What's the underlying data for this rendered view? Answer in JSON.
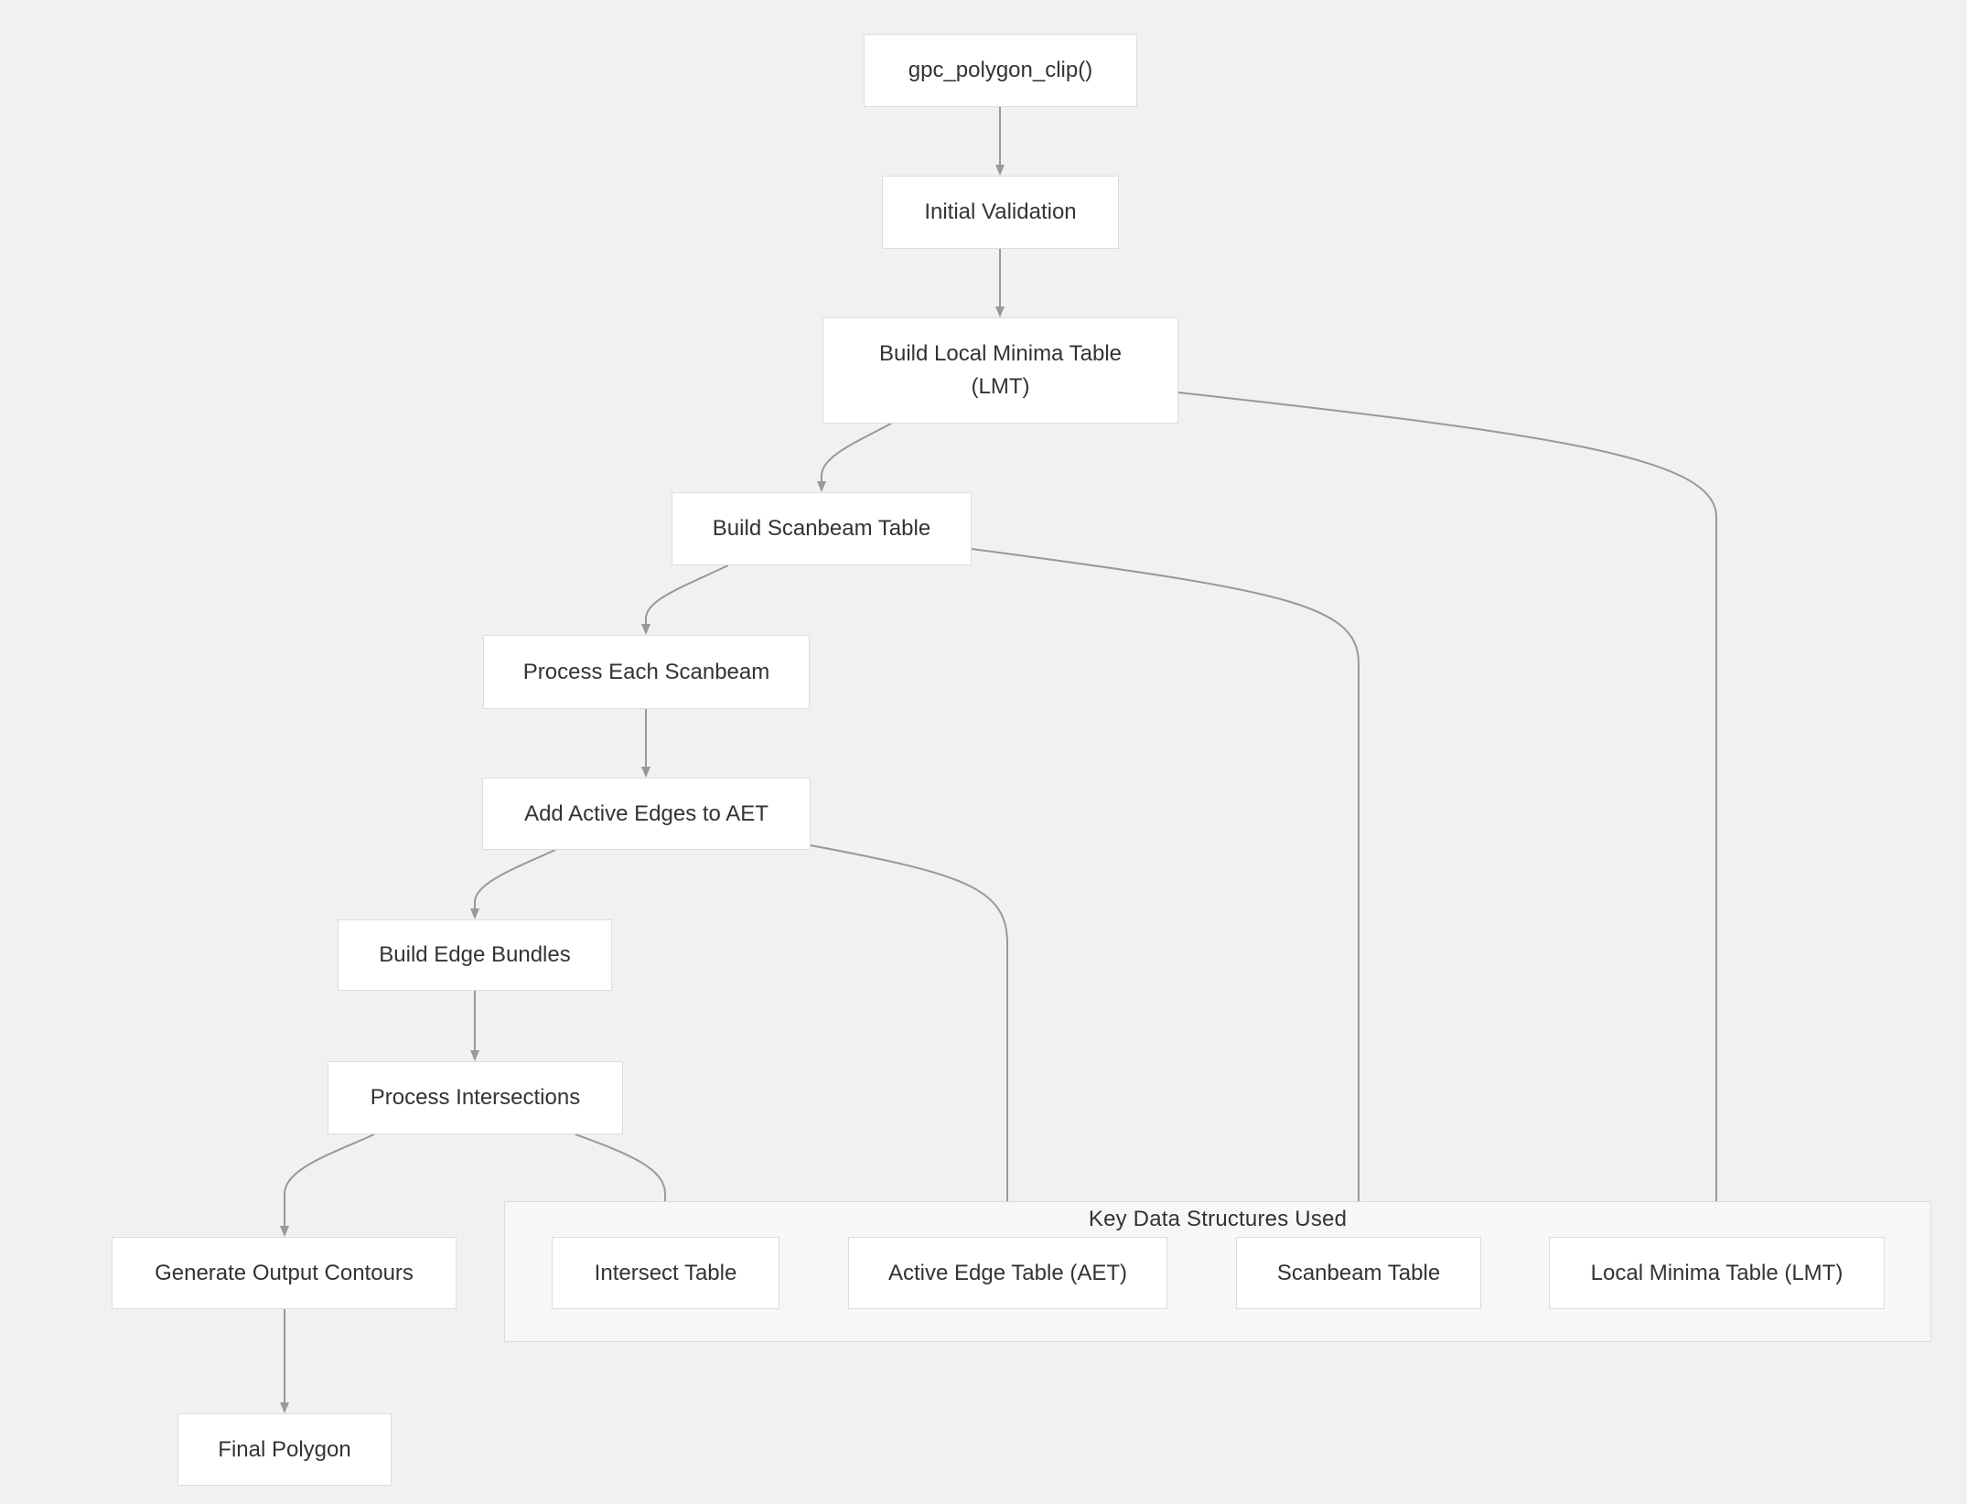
{
  "nodes": {
    "gpc_polygon_clip": "gpc_polygon_clip()",
    "initial_validation": "Initial Validation",
    "build_lmt_line1": "Build Local Minima Table",
    "build_lmt_line2": "(LMT)",
    "build_scanbeam_table": "Build Scanbeam Table",
    "process_each_scanbeam": "Process Each Scanbeam",
    "add_active_edges": "Add Active Edges to AET",
    "build_edge_bundles": "Build Edge Bundles",
    "process_intersections": "Process Intersections",
    "generate_output_contours": "Generate Output Contours",
    "final_polygon": "Final Polygon"
  },
  "cluster": {
    "label": "Key Data Structures Used",
    "items": {
      "intersect_table": "Intersect Table",
      "active_edge_table": "Active Edge Table (AET)",
      "scanbeam_table": "Scanbeam Table",
      "local_minima_table": "Local Minima Table (LMT)"
    }
  },
  "colors": {
    "background": "#f2f1ef",
    "node_fill": "#ffffff",
    "node_border": "#dddddd",
    "edge": "#999999",
    "text": "#333333",
    "cluster_fill": "#f7f7f7"
  }
}
